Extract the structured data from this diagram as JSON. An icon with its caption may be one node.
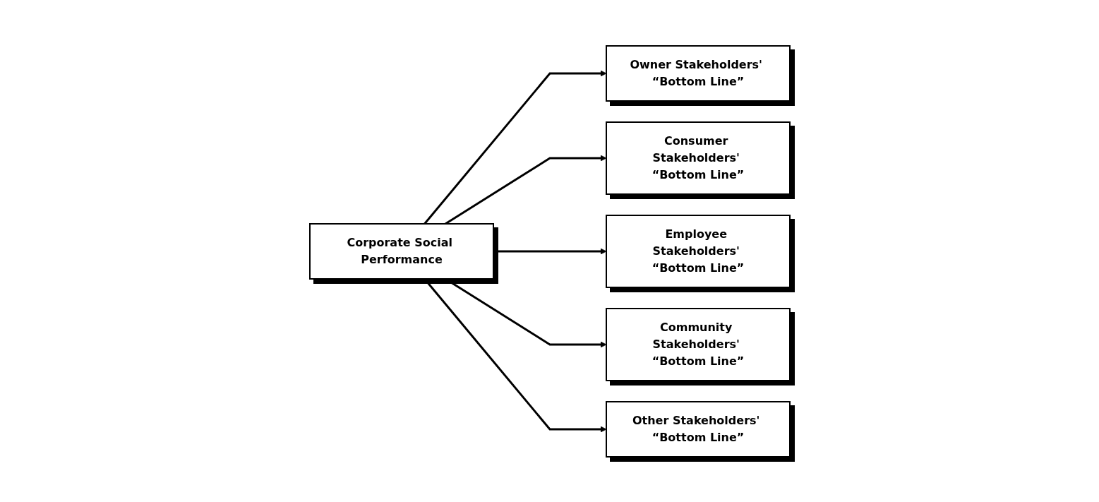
{
  "diagram": {
    "nodes": [
      {
        "text": [
          "Corporate Social Performance"
        ]
      },
      {
        "text": [
          "Owner Stakeholders' “Bottom Line”"
        ]
      },
      {
        "text": [
          "Consumer Stakeholders' “Bottom Line”"
        ]
      },
      {
        "text": [
          "Employee Stakeholders' “Bottom Line”"
        ]
      },
      {
        "text": [
          "Community Stakeholders' “Bottom Line”"
        ]
      },
      {
        "text": [
          "Other Stakeholders' “Bottom Line”"
        ]
      }
    ],
    "edges": [
      {
        "from": 0,
        "to": 1,
        "arrow": "to"
      },
      {
        "from": 0,
        "to": 2,
        "arrow": "to"
      },
      {
        "from": 0,
        "to": 3,
        "arrow": "to"
      },
      {
        "from": 0,
        "to": 4,
        "arrow": "to"
      },
      {
        "from": 0,
        "to": 5,
        "arrow": "to"
      }
    ]
  }
}
